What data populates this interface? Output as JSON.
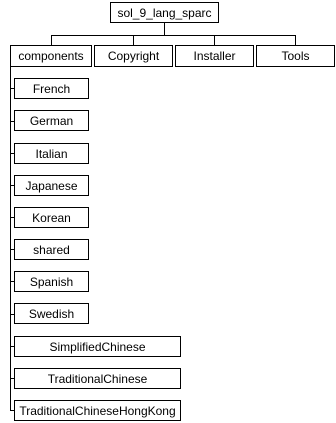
{
  "tree": {
    "root": "sol_9_lang_sparc",
    "level1": [
      "components",
      "Copyright",
      "Installer",
      "Tools"
    ],
    "components_children": [
      "French",
      "German",
      "Italian",
      "Japanese",
      "Korean",
      "shared",
      "Spanish",
      "Swedish",
      "SimplifiedChinese",
      "TraditionalChinese",
      "TraditionalChineseHongKong"
    ]
  }
}
